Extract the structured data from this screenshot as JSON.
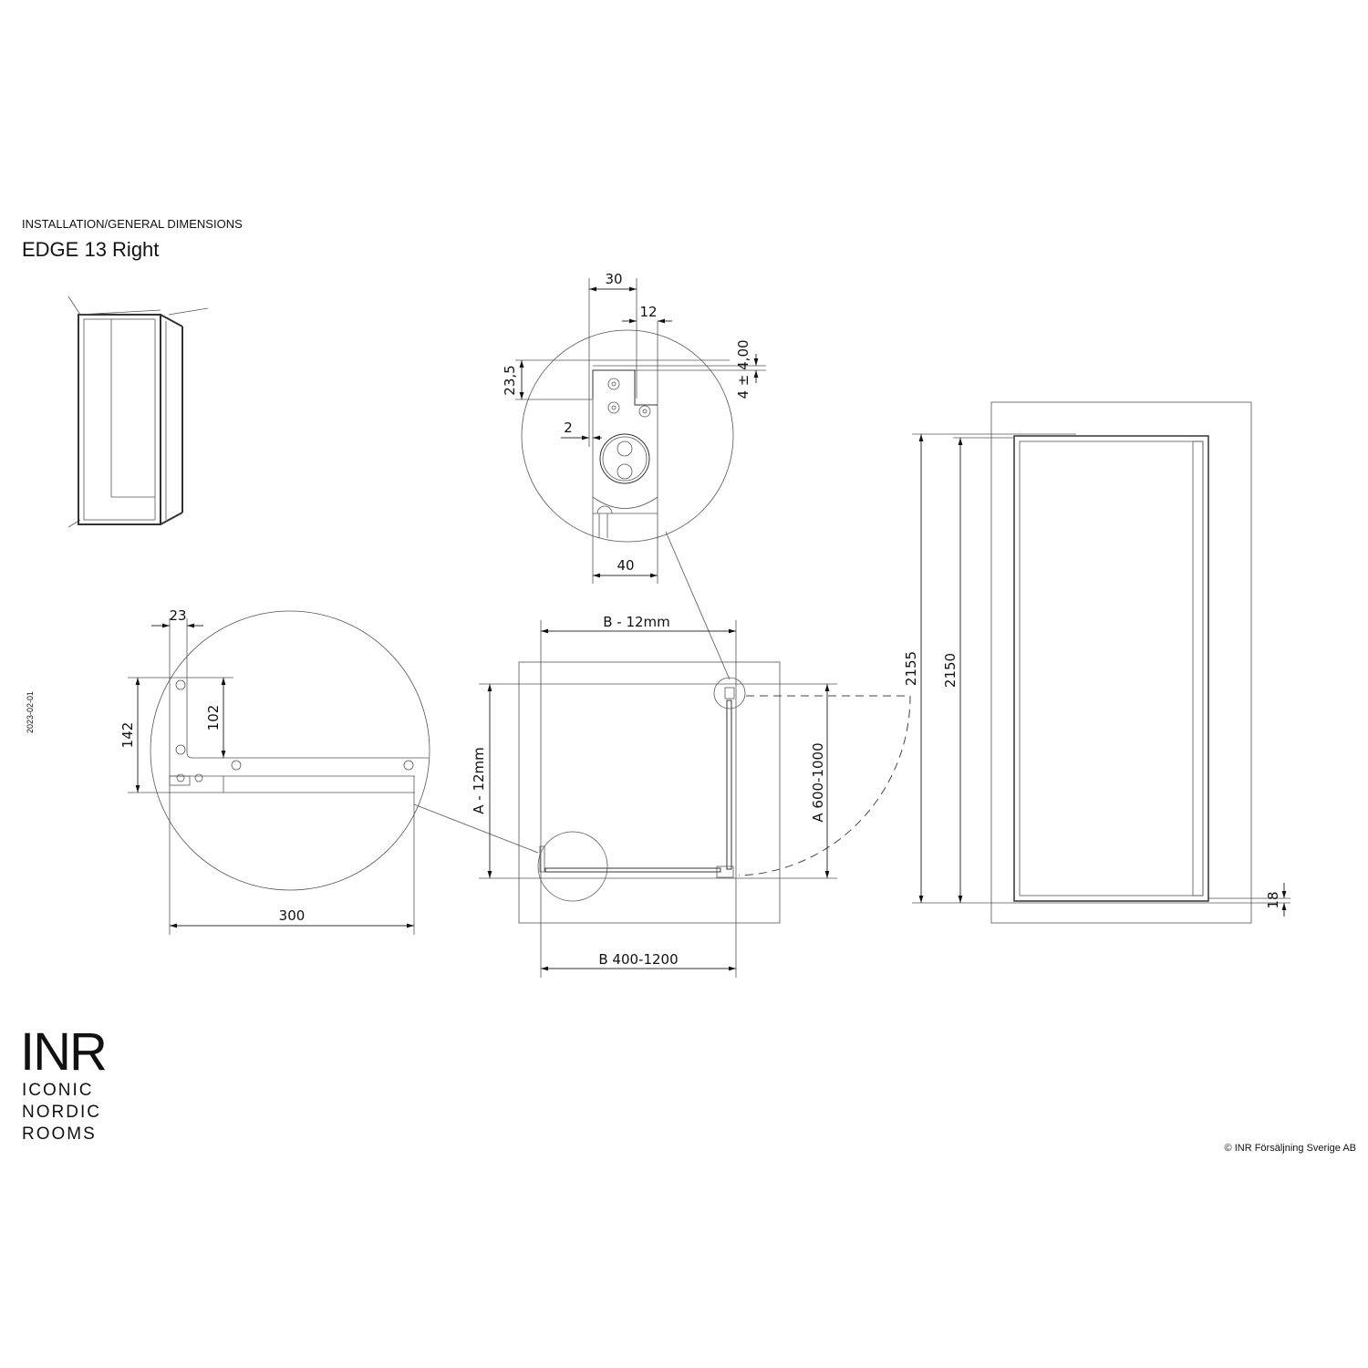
{
  "header": {
    "subtitle": "INSTALLATION/GENERAL DIMENSIONS",
    "title": "EDGE 13 Right"
  },
  "date": "2023-02-01",
  "top_detail": {
    "dims": {
      "d30": "30",
      "d12": "12",
      "d23_5": "23,5",
      "d4": "4 ± 4,00",
      "d2": "2",
      "d40": "40"
    }
  },
  "left_detail": {
    "dims": {
      "d23": "23",
      "d142": "142",
      "d102": "102",
      "d300": "300"
    }
  },
  "plan_view": {
    "dims": {
      "b_inner": "B - 12mm",
      "a_inner": "A - 12mm",
      "a_range": "A 600-1000",
      "b_range": "B 400-1200"
    }
  },
  "elevation": {
    "dims": {
      "h2155": "2155",
      "h2150": "2150",
      "d18": "18"
    }
  },
  "logo": {
    "mark": "INR",
    "lines": [
      "ICONIC",
      "NORDIC",
      "ROOMS"
    ]
  },
  "footer": {
    "copyright": "© INR Försäljning Sverige AB"
  }
}
